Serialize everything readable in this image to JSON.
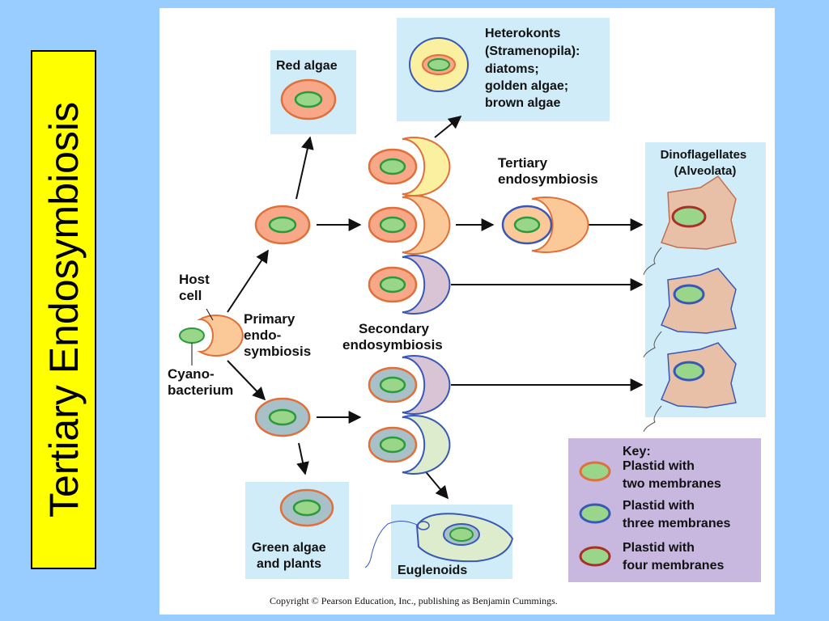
{
  "slide": {
    "title": "Tertiary Endosymbiosis"
  },
  "colors": {
    "background": "#99ccff",
    "title_box": "#ffff00",
    "panel": "#d0ecf8",
    "plastid_green": "#99d68a",
    "plastid_green_stroke": "#2a9a3c",
    "red_algal_cell": "#f8a888",
    "green_algal_cell": "#a8c0c8",
    "yellow_host": "#fbf0a0",
    "orange_host": "#fbc898",
    "purple_host": "#d8c4d4",
    "light_green_host": "#dceccc",
    "two_membrane": "#e0703a",
    "three_membrane": "#3858b8",
    "four_membrane": "#a83028",
    "dinoflagellate": "#e8c0a8",
    "key_panel": "#c8b8e0"
  },
  "diagram": {
    "host_cell": [
      "Host",
      "cell"
    ],
    "cyanobacterium": [
      "Cyano-",
      "bacterium"
    ],
    "primary": [
      "Primary",
      "endo-",
      "symbiosis"
    ],
    "secondary": [
      "Secondary",
      "endosymbiosis"
    ],
    "tertiary": [
      "Tertiary",
      "endosymbiosis"
    ],
    "red_algae": "Red algae",
    "green_algae": [
      "Green algae",
      "and plants"
    ],
    "euglenoids": "Euglenoids",
    "heterokonts": [
      "Heterokonts",
      "(Stramenopila):",
      "diatoms;",
      "golden algae;",
      "brown algae"
    ],
    "dinoflagellates": [
      "Dinoflagellates",
      "(Alveolata)"
    ],
    "key": {
      "title": "Key:",
      "items": [
        [
          "Plastid with",
          "two membranes"
        ],
        [
          "Plastid with",
          "three membranes"
        ],
        [
          "Plastid with",
          "four membranes"
        ]
      ]
    },
    "copyright": "Copyright © Pearson Education, Inc., publishing as Benjamin Cummings."
  }
}
